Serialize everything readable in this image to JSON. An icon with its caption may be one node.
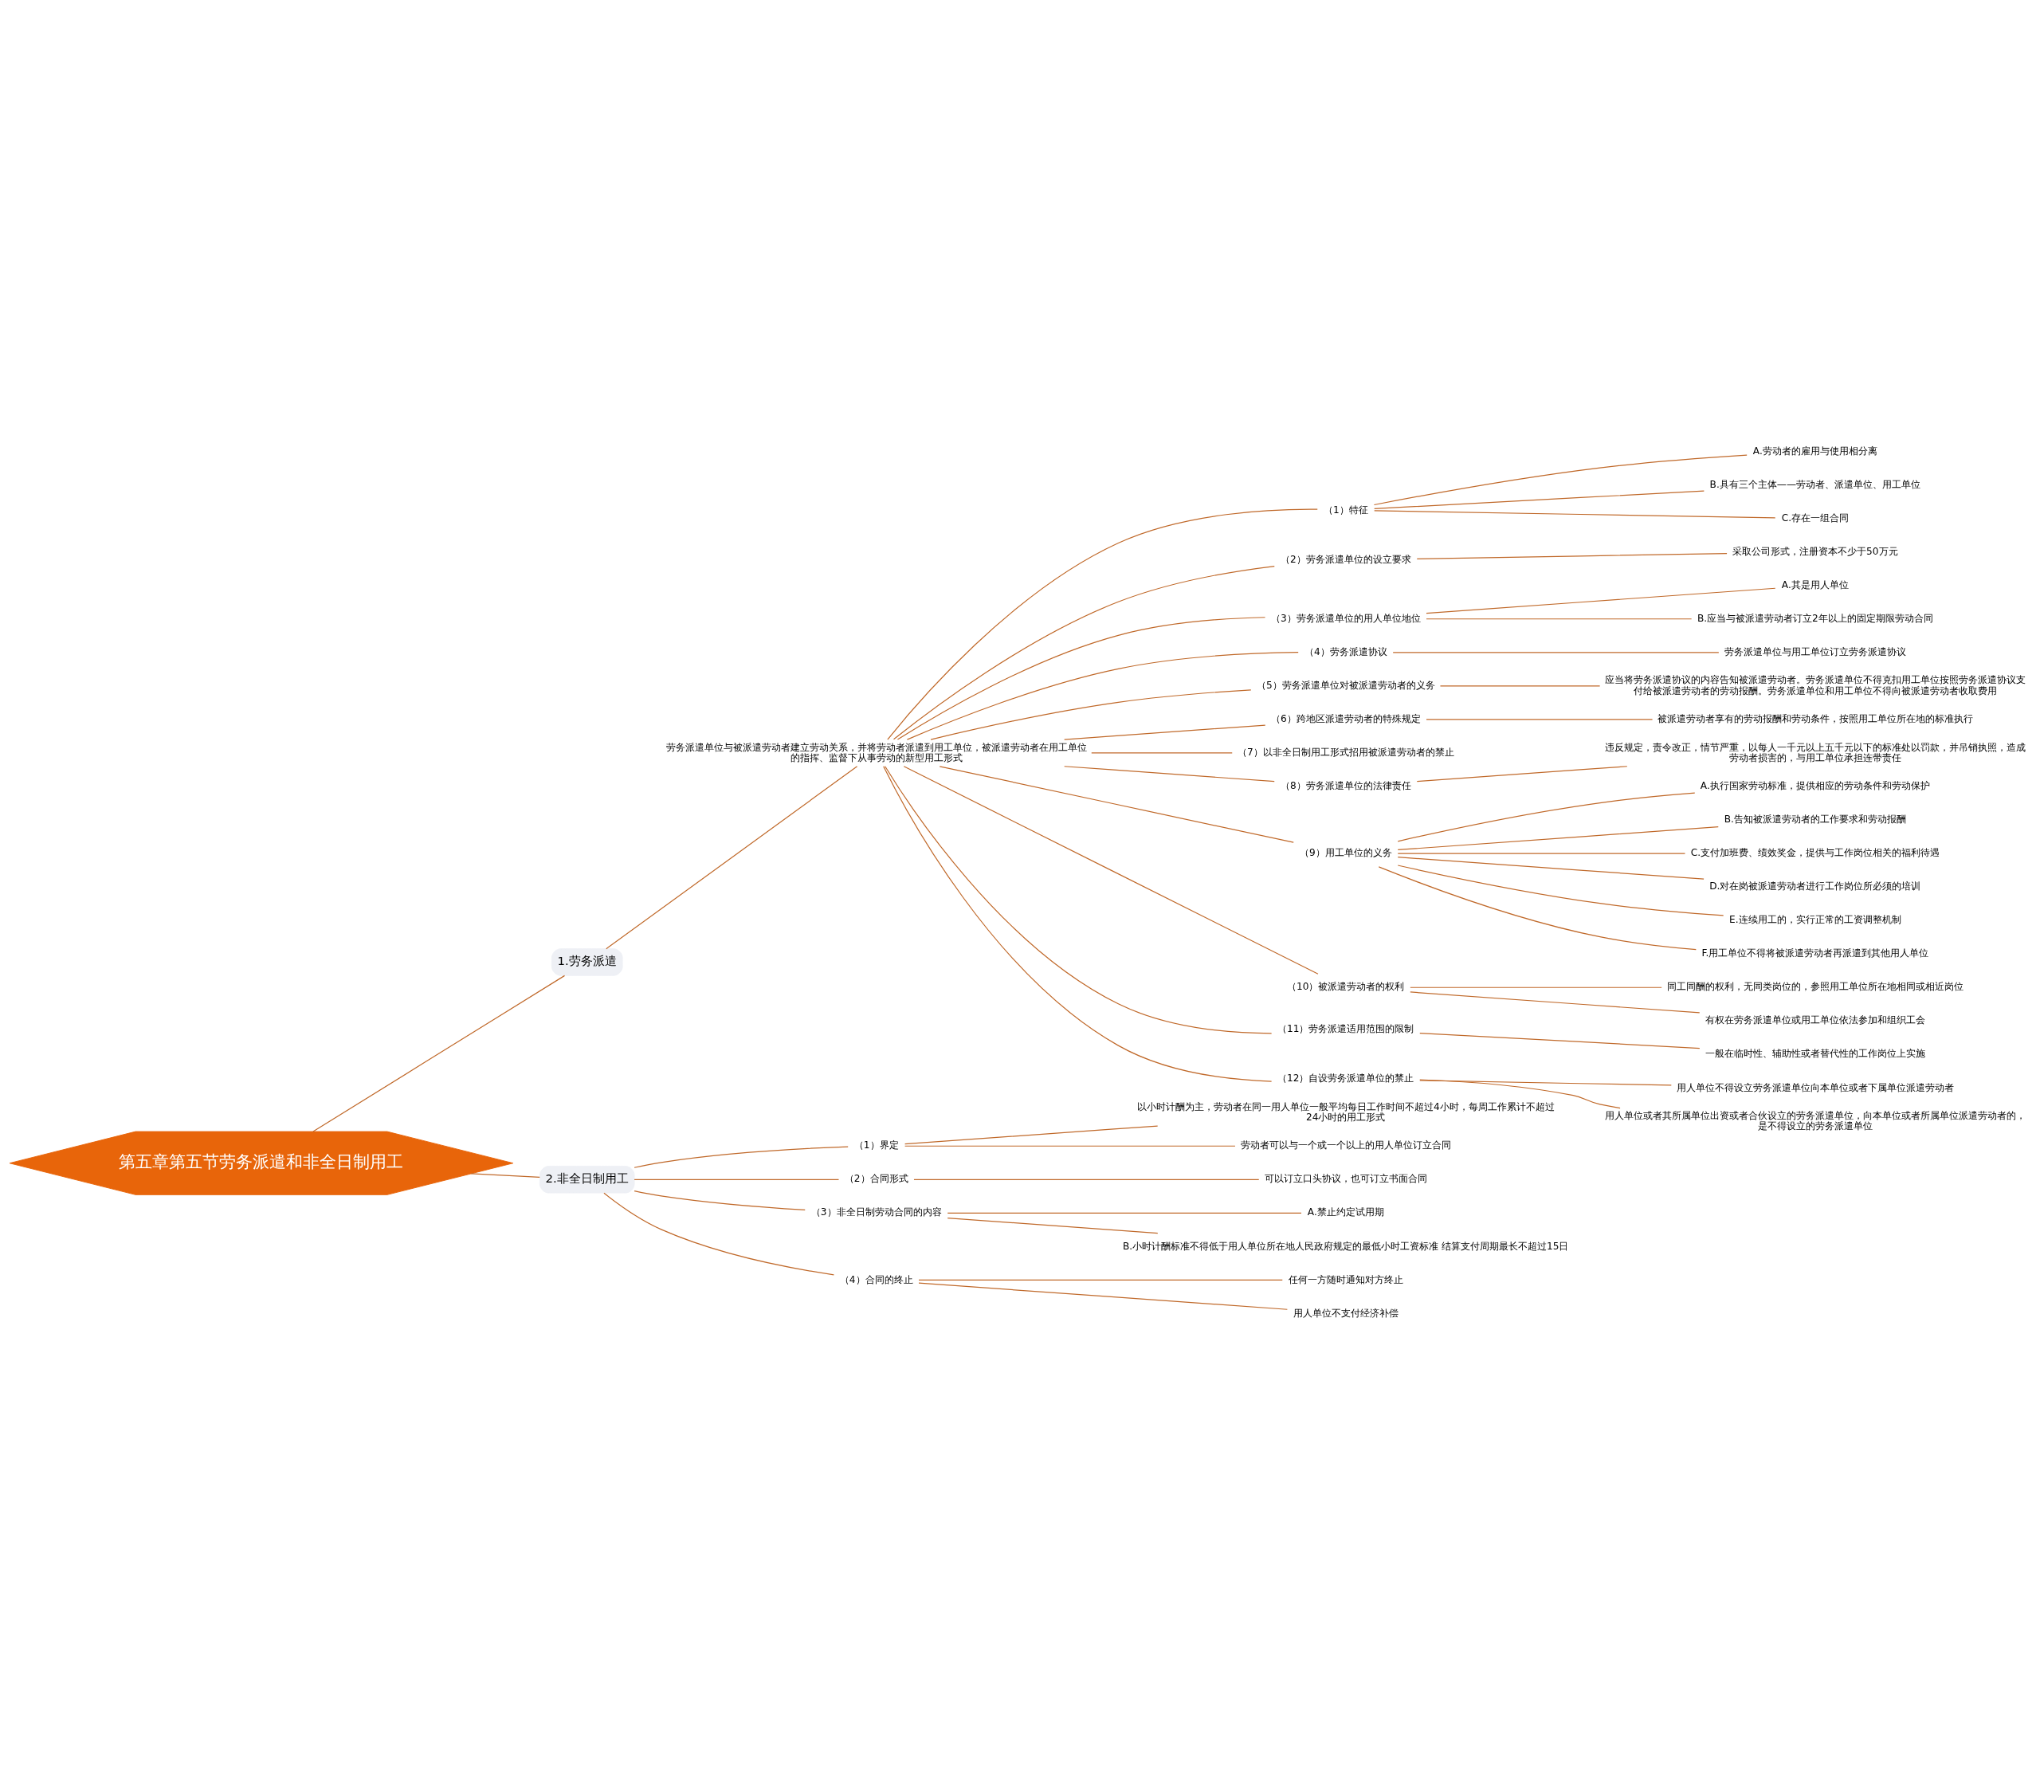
{
  "diagram": {
    "nodes": [
      {
        "text": [
          "第五章第五节劳务派遣和非全日制用工"
        ]
      },
      {
        "text": [
          "1.劳务派遣"
        ]
      },
      {
        "text": [
          "劳务派遣单位与被派遣劳动者建立劳动关系，并将劳动者派遣到用工单位，被派遣劳动者在用工单位的指挥、监督下从事劳动的新型用工形式"
        ]
      },
      {
        "text": [
          "（1）特征"
        ]
      },
      {
        "text": [
          "A.劳动者的雇用与使用相分离"
        ]
      },
      {
        "text": [
          "B.具有三个主体——劳动者、派遣单位、用工单位"
        ]
      },
      {
        "text": [
          "C.存在一组合同"
        ]
      },
      {
        "text": [
          "（2）劳务派遣单位的设立要求"
        ]
      },
      {
        "text": [
          "采取公司形式，注册资本不少于50万元"
        ]
      },
      {
        "text": [
          "（3）劳务派遣单位的用人单位地位"
        ]
      },
      {
        "text": [
          "A.其是用人单位"
        ]
      },
      {
        "text": [
          "B.应当与被派遣劳动者订立2年以上的固定期限劳动合同"
        ]
      },
      {
        "text": [
          "（4）劳务派遣协议"
        ]
      },
      {
        "text": [
          "劳务派遣单位与用工单位订立劳务派遣协议"
        ]
      },
      {
        "text": [
          "（5）劳务派遣单位对被派遣劳动者的义务"
        ]
      },
      {
        "text": [
          "应当将劳务派遣协议的内容告知被派遣劳动者。劳务派遣单位不得克扣用工单位按照劳务派遣协议支付给被派遣劳动者的劳动报酬。劳务派遣单位和用工单位不得向被派遣劳动者收取费用"
        ]
      },
      {
        "text": [
          "（6）跨地区派遣劳动者的特殊规定"
        ]
      },
      {
        "text": [
          "被派遣劳动者享有的劳动报酬和劳动条件，按照用工单位所在地的标准执行"
        ]
      },
      {
        "text": [
          "（7）以非全日制用工形式招用被派遣劳动者的禁止"
        ]
      },
      {
        "text": [
          "（8）劳务派遣单位的法律责任"
        ]
      },
      {
        "text": [
          "违反规定，责令改正，情节严重，以每人一千元以上五千元以下的标准处以罚款，并吊销执照，造成劳动者损害的，与用工单位承担连带责任"
        ]
      },
      {
        "text": [
          "（9）用工单位的义务"
        ]
      },
      {
        "text": [
          "A.执行国家劳动标准，提供相应的劳动条件和劳动保护"
        ]
      },
      {
        "text": [
          "B.告知被派遣劳动者的工作要求和劳动报酬"
        ]
      },
      {
        "text": [
          "C.支付加班费、绩效奖金，提供与工作岗位相关的福利待遇"
        ]
      },
      {
        "text": [
          "D.对在岗被派遣劳动者进行工作岗位所必须的培训"
        ]
      },
      {
        "text": [
          "E.连续用工的，实行正常的工资调整机制"
        ]
      },
      {
        "text": [
          "F.用工单位不得将被派遣劳动者再派遣到其他用人单位"
        ]
      },
      {
        "text": [
          "（10）被派遣劳动者的权利"
        ]
      },
      {
        "text": [
          "同工同酬的权利，无同类岗位的，参照用工单位所在地相同或相近岗位"
        ]
      },
      {
        "text": [
          "有权在劳务派遣单位或用工单位依法参加和组织工会"
        ]
      },
      {
        "text": [
          "（11）劳务派遣适用范围的限制"
        ]
      },
      {
        "text": [
          "一般在临时性、辅助性或者替代性的工作岗位上实施"
        ]
      },
      {
        "text": [
          "（12）自设劳务派遣单位的禁止"
        ]
      },
      {
        "text": [
          "用人单位不得设立劳务派遣单位向本单位或者下属单位派遣劳动者"
        ]
      },
      {
        "text": [
          "用人单位或者其所属单位出资或者合伙设立的劳务派遣单位，向本单位或者所属单位派遣劳动者的，是不得设立的劳务派遣单位"
        ]
      },
      {
        "text": [
          "2.非全日制用工"
        ]
      },
      {
        "text": [
          "（1）界定"
        ]
      },
      {
        "text": [
          "以小时计酬为主，劳动者在同一用人单位一般平均每日工作时间不超过4小时，每周工作累计不超过24小时的用工形式"
        ]
      },
      {
        "text": [
          "劳动者可以与一个或一个以上的用人单位订立合同"
        ]
      },
      {
        "text": [
          "（2）合同形式"
        ]
      },
      {
        "text": [
          "可以订立口头协议，也可订立书面合同"
        ]
      },
      {
        "text": [
          "（3）非全日制劳动合同的内容"
        ]
      },
      {
        "text": [
          "A.禁止约定试用期"
        ]
      },
      {
        "text": [
          "B.小时计酬标准不得低于用人单位所在地人民政府规定的最低小时工资标准 结算支付周期最长不超过15日"
        ]
      },
      {
        "text": [
          "（4）合同的终止"
        ]
      },
      {
        "text": [
          "任何一方随时通知对方终止"
        ]
      },
      {
        "text": [
          "用人单位不支付经济补偿"
        ]
      }
    ],
    "edges": [
      {
        "from": 0,
        "to": 1,
        "arrow": "none"
      },
      {
        "from": 1,
        "to": 2,
        "arrow": "none"
      },
      {
        "from": 2,
        "to": 3,
        "arrow": "none"
      },
      {
        "from": 3,
        "to": 4,
        "arrow": "none"
      },
      {
        "from": 3,
        "to": 5,
        "arrow": "none"
      },
      {
        "from": 3,
        "to": 6,
        "arrow": "none"
      },
      {
        "from": 2,
        "to": 7,
        "arrow": "none"
      },
      {
        "from": 7,
        "to": 8,
        "arrow": "none"
      },
      {
        "from": 2,
        "to": 9,
        "arrow": "none"
      },
      {
        "from": 9,
        "to": 10,
        "arrow": "none"
      },
      {
        "from": 9,
        "to": 11,
        "arrow": "none"
      },
      {
        "from": 2,
        "to": 12,
        "arrow": "none"
      },
      {
        "from": 12,
        "to": 13,
        "arrow": "none"
      },
      {
        "from": 2,
        "to": 14,
        "arrow": "none"
      },
      {
        "from": 14,
        "to": 15,
        "arrow": "none"
      },
      {
        "from": 2,
        "to": 16,
        "arrow": "none"
      },
      {
        "from": 16,
        "to": 17,
        "arrow": "none"
      },
      {
        "from": 2,
        "to": 18,
        "arrow": "none"
      },
      {
        "from": 2,
        "to": 19,
        "arrow": "none"
      },
      {
        "from": 19,
        "to": 20,
        "arrow": "none"
      },
      {
        "from": 2,
        "to": 21,
        "arrow": "none"
      },
      {
        "from": 21,
        "to": 22,
        "arrow": "none"
      },
      {
        "from": 21,
        "to": 23,
        "arrow": "none"
      },
      {
        "from": 21,
        "to": 24,
        "arrow": "none"
      },
      {
        "from": 21,
        "to": 25,
        "arrow": "none"
      },
      {
        "from": 21,
        "to": 26,
        "arrow": "none"
      },
      {
        "from": 21,
        "to": 27,
        "arrow": "none"
      },
      {
        "from": 2,
        "to": 28,
        "arrow": "none"
      },
      {
        "from": 28,
        "to": 29,
        "arrow": "none"
      },
      {
        "from": 28,
        "to": 30,
        "arrow": "none"
      },
      {
        "from": 2,
        "to": 31,
        "arrow": "none"
      },
      {
        "from": 31,
        "to": 32,
        "arrow": "none"
      },
      {
        "from": 2,
        "to": 33,
        "arrow": "none"
      },
      {
        "from": 33,
        "to": 34,
        "arrow": "none"
      },
      {
        "from": 33,
        "to": 35,
        "arrow": "none"
      },
      {
        "from": 0,
        "to": 36,
        "arrow": "none"
      },
      {
        "from": 36,
        "to": 37,
        "arrow": "none"
      },
      {
        "from": 37,
        "to": 38,
        "arrow": "none"
      },
      {
        "from": 37,
        "to": 39,
        "arrow": "none"
      },
      {
        "from": 36,
        "to": 40,
        "arrow": "none"
      },
      {
        "from": 40,
        "to": 41,
        "arrow": "none"
      },
      {
        "from": 36,
        "to": 42,
        "arrow": "none"
      },
      {
        "from": 42,
        "to": 43,
        "arrow": "none"
      },
      {
        "from": 42,
        "to": 44,
        "arrow": "none"
      },
      {
        "from": 36,
        "to": 45,
        "arrow": "none"
      },
      {
        "from": 45,
        "to": 46,
        "arrow": "none"
      },
      {
        "from": 45,
        "to": 47,
        "arrow": "none"
      }
    ]
  }
}
